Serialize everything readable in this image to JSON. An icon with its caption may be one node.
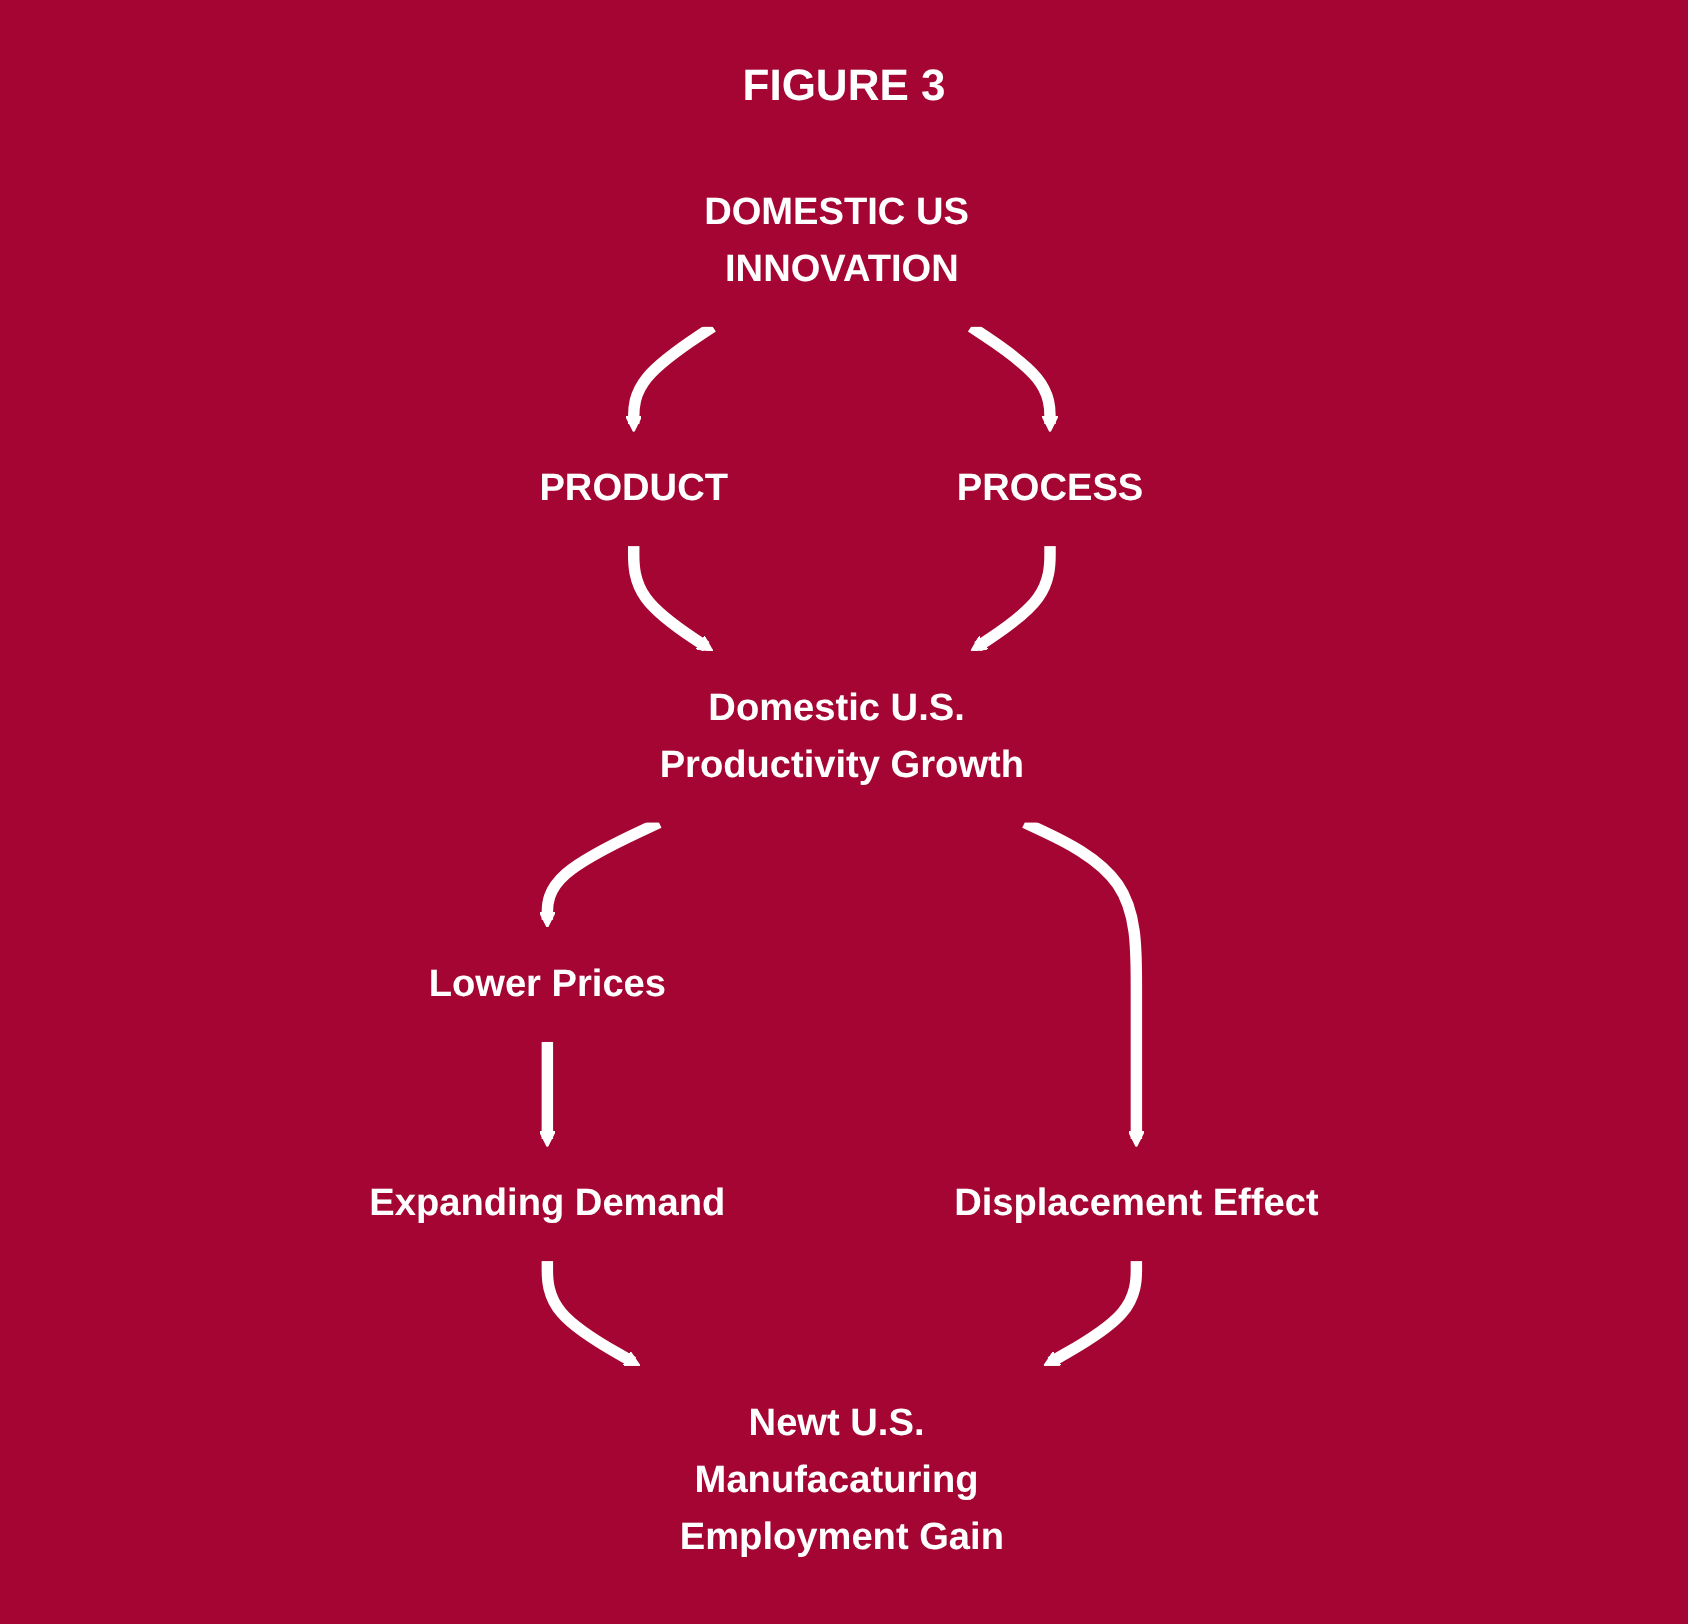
{
  "diagram": {
    "title": "FIGURE 3",
    "nodes": [
      {
        "text": [
          "DOMESTIC US INNOVATION"
        ]
      },
      {
        "text": [
          "PRODUCT"
        ]
      },
      {
        "text": [
          "PROCESS"
        ]
      },
      {
        "text": [
          "Domestic U.S. Productivity Growth"
        ]
      },
      {
        "text": [
          "Lower Prices"
        ]
      },
      {
        "text": [
          "Displacement Effect"
        ]
      },
      {
        "text": [
          "Expanding Demand"
        ]
      },
      {
        "text": [
          "Newt U.S. Manufacaturing Employment Gain"
        ]
      }
    ],
    "edges": [
      {
        "from": 0,
        "to": 1,
        "arrow": "to"
      },
      {
        "from": 0,
        "to": 2,
        "arrow": "to"
      },
      {
        "from": 1,
        "to": 3,
        "arrow": "to"
      },
      {
        "from": 2,
        "to": 3,
        "arrow": "to"
      },
      {
        "from": 3,
        "to": 4,
        "arrow": "to"
      },
      {
        "from": 3,
        "to": 5,
        "arrow": "to"
      },
      {
        "from": 4,
        "to": 6,
        "arrow": "to"
      },
      {
        "from": 6,
        "to": 7,
        "arrow": "to"
      },
      {
        "from": 5,
        "to": 7,
        "arrow": "to"
      }
    ]
  }
}
